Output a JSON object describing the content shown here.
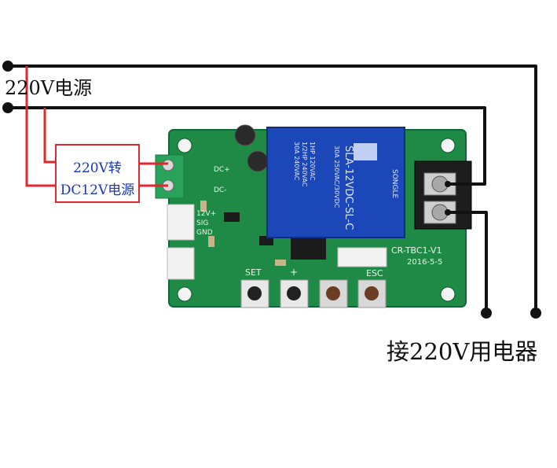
{
  "labels": {
    "source": "220V电源",
    "load": "接220V用电器"
  },
  "converter": {
    "line1": "220V转",
    "line2": "DC12V电源"
  },
  "board": {
    "model": "CR-TBC1-V1",
    "date": "2016-5-5",
    "pin_12v": "12V+",
    "pin_sig": "SIG",
    "pin_gnd": "GND",
    "pin_dcplus": "DC+",
    "pin_dcminus": "DC-",
    "btn_set": "SET",
    "btn_plus": "+",
    "btn_esc": "ESC"
  },
  "relay": {
    "model": "SLA-12VDC-SL-C",
    "brand": "SONGLE",
    "rating1": "30A 250VAC/30VDC",
    "rating2": "1HP 120VAC",
    "rating3": "1/2HP 240VAC",
    "rating4": "30A 240VAC"
  },
  "colors": {
    "wire_black": "#111111",
    "wire_red": "#e0282e",
    "converter_text": "#1a37b5",
    "pcb_green": "#1f8a45",
    "relay_blue": "#1c47b8",
    "terminal_green": "#2aa35a"
  }
}
